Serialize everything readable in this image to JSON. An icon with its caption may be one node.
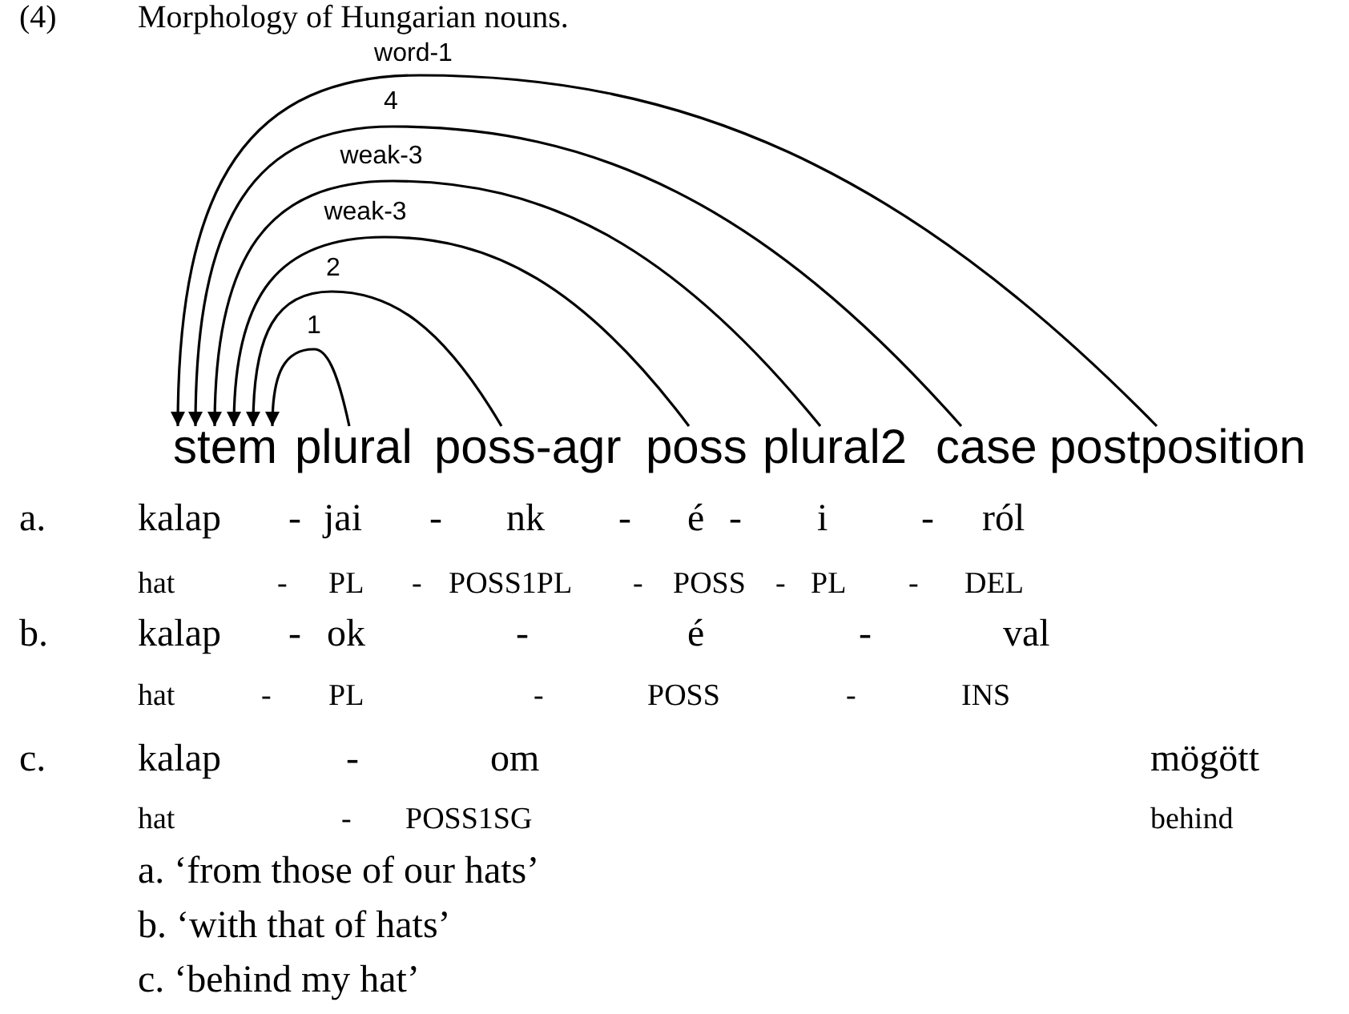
{
  "diagram": {
    "title": "Morphology of Hungarian nouns.",
    "nodes": [
      {
        "text": [
          "stem"
        ]
      },
      {
        "text": [
          "plural"
        ]
      },
      {
        "text": [
          "poss-agr"
        ]
      },
      {
        "text": [
          "poss"
        ]
      },
      {
        "text": [
          "plural2"
        ]
      },
      {
        "text": [
          "case"
        ]
      },
      {
        "text": [
          "postposition"
        ]
      }
    ],
    "edges": [
      {
        "from": 1,
        "to": 0,
        "arrow": "to",
        "label": "1"
      },
      {
        "from": 2,
        "to": 0,
        "arrow": "to",
        "label": "2"
      },
      {
        "from": 3,
        "to": 0,
        "arrow": "to",
        "label": "weak-3"
      },
      {
        "from": 4,
        "to": 0,
        "arrow": "to",
        "label": "weak-3"
      },
      {
        "from": 5,
        "to": 0,
        "arrow": "to",
        "label": "4"
      },
      {
        "from": 6,
        "to": 0,
        "arrow": "to",
        "label": "word-1"
      }
    ],
    "labels": [
      "(4)",
      "a.",
      "kalap",
      "-",
      "jai",
      "-",
      "nk",
      "-",
      "é",
      "-",
      "i",
      "-",
      "ról",
      "hat",
      "-",
      "PL",
      "-",
      "POSS1PL",
      "-",
      "POSS",
      "-",
      "PL",
      "-",
      "DEL",
      "b.",
      "kalap",
      "-",
      "ok",
      "-",
      "é",
      "-",
      "val",
      "hat",
      "-",
      "PL",
      "-",
      "POSS",
      "-",
      "INS",
      "c.",
      "kalap",
      "-",
      "om",
      "mögött",
      "hat",
      "-",
      "POSS1SG",
      "behind",
      "a. ‘from those of our hats’",
      "b. ‘with that of hats’",
      "c. ‘behind my hat’"
    ]
  }
}
